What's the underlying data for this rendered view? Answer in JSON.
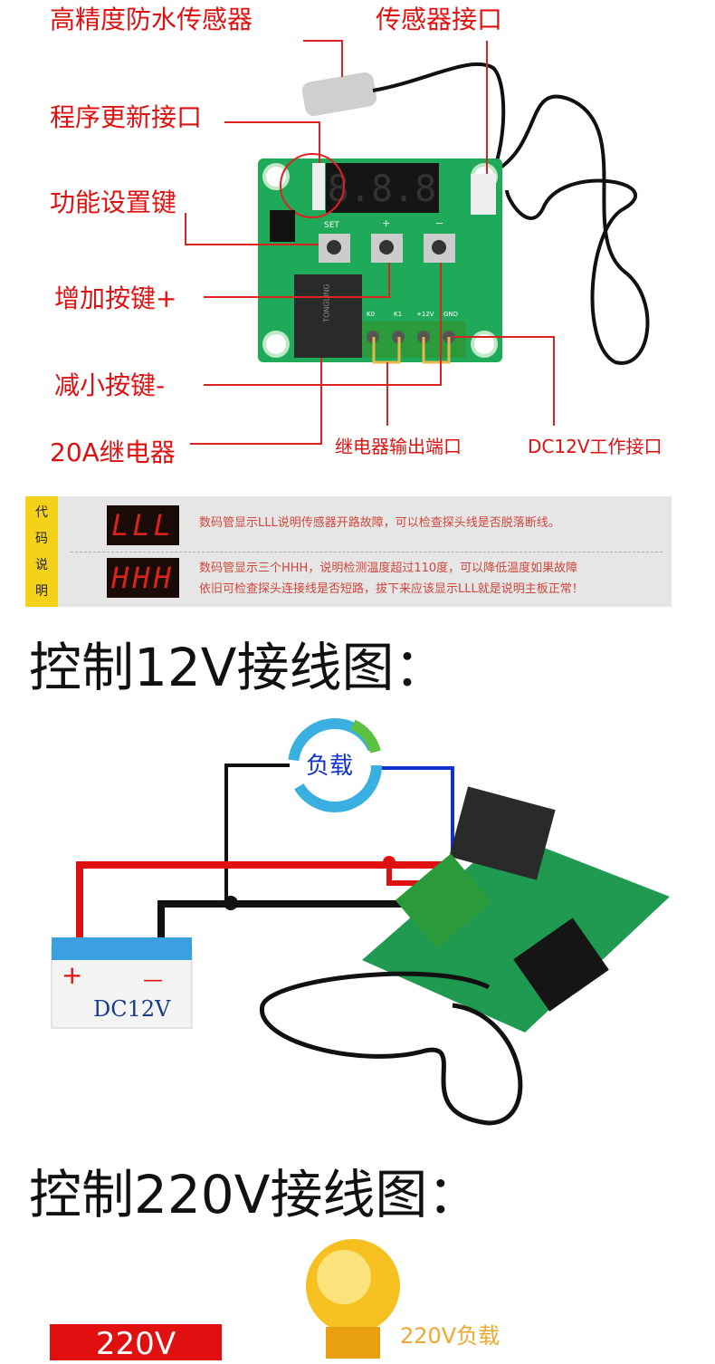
{
  "labels": {
    "sensor": "高精度防水传感器",
    "sensor_port": "传感器接口",
    "program_port": "程序更新接口",
    "set_key": "功能设置键",
    "plus_key": "增加按键+",
    "minus_key": "减小按键-",
    "relay": "20A继电器",
    "relay_output": "继电器输出端口",
    "dc_port": "DC12V工作接口"
  },
  "board": {
    "buttons": [
      "SET",
      "+",
      "−"
    ],
    "terminals": [
      "K0",
      "K1",
      "+12V",
      "GND"
    ],
    "relay_text": "TONGLING"
  },
  "codes": {
    "side_label": [
      "代",
      "码",
      "说",
      "明"
    ],
    "items": [
      {
        "display": "LLL",
        "lines": [
          "数码管显示LLL说明传感器开路故障，可以检查探头线是否脱落断线。"
        ]
      },
      {
        "display": "HHH",
        "lines": [
          "数码管显示三个HHH，说明检测温度超过110度，可以降低温度如果故障",
          "依旧可检查探头连接线是否短路，拔下来应该显示LLL就是说明主板正常！"
        ]
      }
    ]
  },
  "wiring12": {
    "title": "控制12V接线图：",
    "load": "负载",
    "battery_label": "DC12V",
    "plus": "+",
    "minus": "—"
  },
  "wiring220": {
    "title": "控制220V接线图：",
    "load": "220V负载",
    "source": "220V"
  }
}
